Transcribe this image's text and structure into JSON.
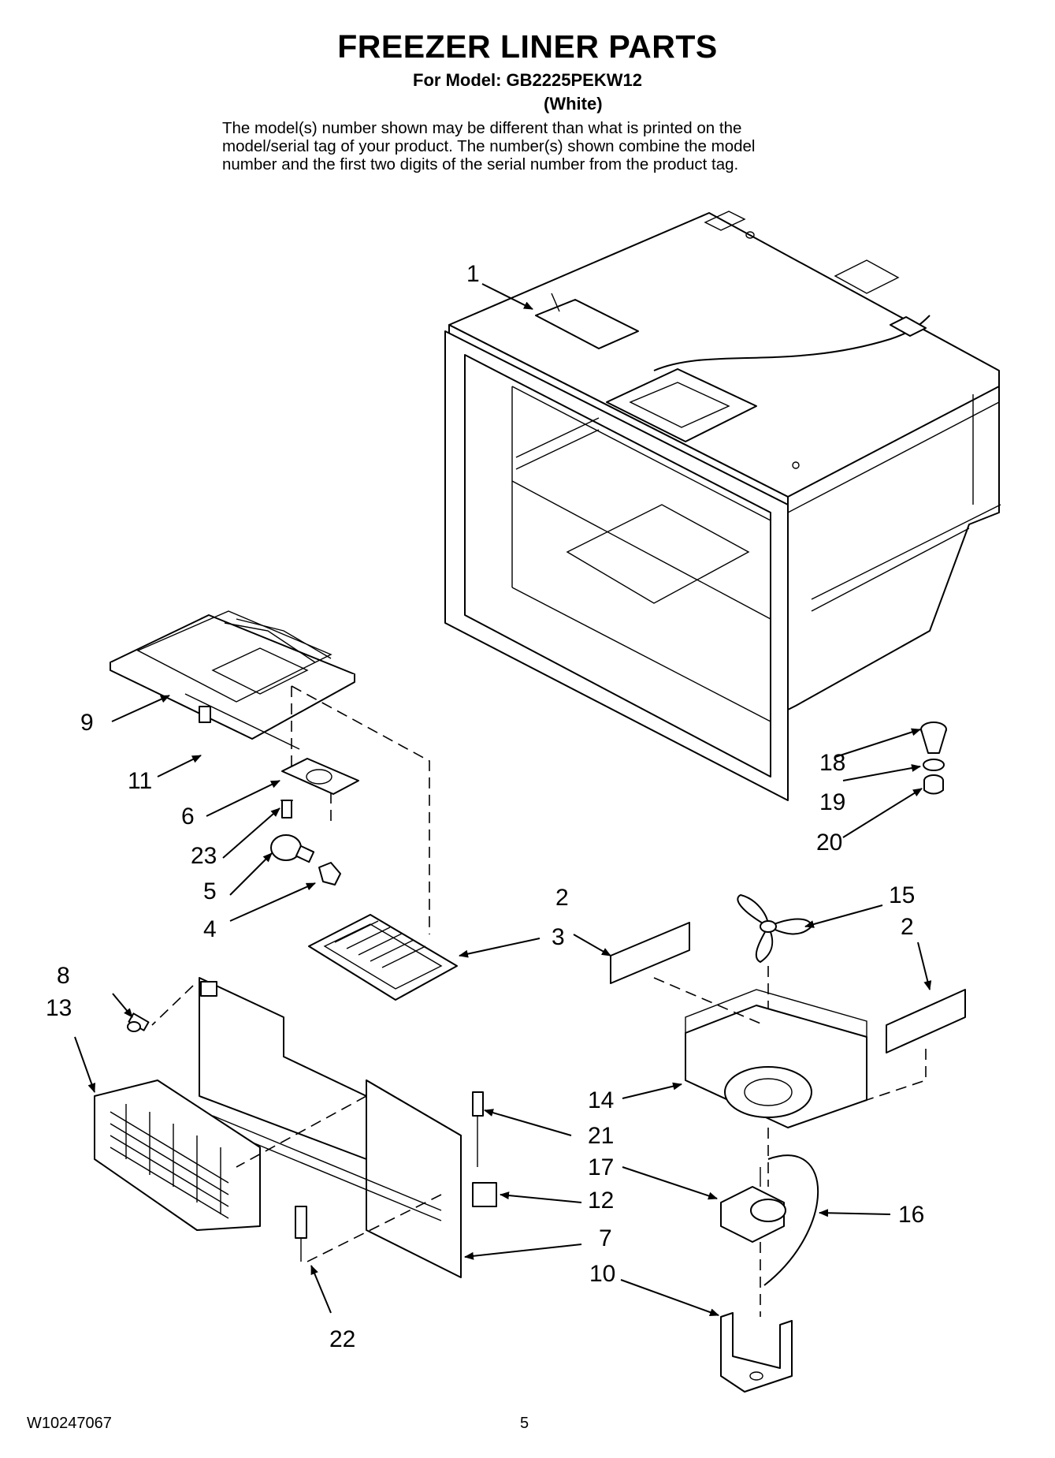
{
  "header": {
    "title": "FREEZER LINER PARTS",
    "model_line": "For Model: GB2225PEKW12",
    "color_line": "(White)",
    "description_lines": [
      "The model(s) number shown may be different than what is printed on the",
      "model/serial tag of your product. The number(s) shown combine the model",
      "number and the first two digits of the serial number from the product tag."
    ]
  },
  "callouts": {
    "c1": "1",
    "c2a": "2",
    "c2b": "2",
    "c3": "3",
    "c4": "4",
    "c5": "5",
    "c6": "6",
    "c7": "7",
    "c8": "8",
    "c9": "9",
    "c10": "10",
    "c11": "11",
    "c12": "12",
    "c13": "13",
    "c14": "14",
    "c15": "15",
    "c16": "16",
    "c17": "17",
    "c18": "18",
    "c19": "19",
    "c20": "20",
    "c21": "21",
    "c22": "22",
    "c23": "23"
  },
  "footer": {
    "doc_number": "W10247067",
    "page_number": "5"
  }
}
